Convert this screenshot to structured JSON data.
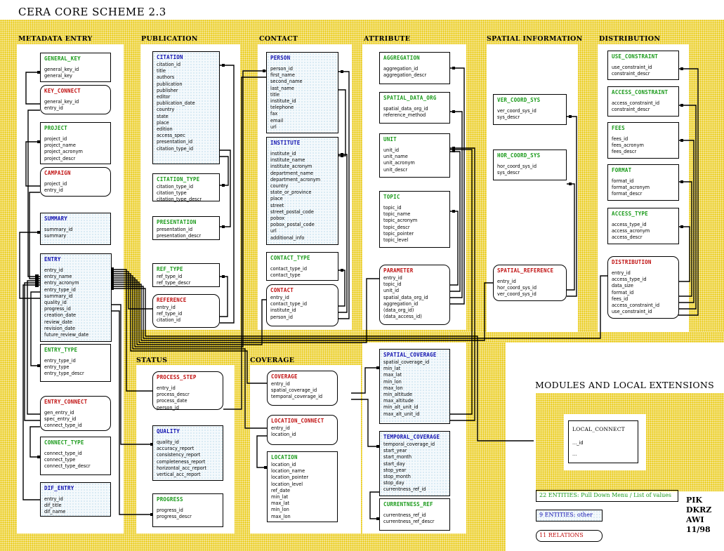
{
  "title": "CERA CORE SCHEME 2.3",
  "sections": {
    "metadata_entry": "METADATA ENTRY",
    "publication": "PUBLICATION",
    "contact": "CONTACT",
    "attribute": "ATTRIBUTE",
    "spatial_information": "SPATIAL INFORMATION",
    "distribution": "DISTRIBUTION",
    "status": "STATUS",
    "coverage": "COVERAGE",
    "modules": "MODULES  AND  LOCAL EXTENSIONS"
  },
  "entities": {
    "general_key": {
      "name": "GENERAL_KEY",
      "kind": "list",
      "attrs": [
        "general_key_id",
        "general_key"
      ]
    },
    "key_connect": {
      "name": "KEY_CONNECT",
      "kind": "relation",
      "attrs": [
        "general_key_id",
        "entry_id"
      ]
    },
    "project": {
      "name": "PROJECT",
      "kind": "list",
      "attrs": [
        "project_id",
        "project_name",
        "project_acronym",
        "project_descr"
      ]
    },
    "campaign": {
      "name": "CAMPAIGN",
      "kind": "relation",
      "attrs": [
        "project_id",
        "entry_id"
      ]
    },
    "summary": {
      "name": "SUMMARY",
      "kind": "other",
      "attrs": [
        "summary_id",
        "summary"
      ]
    },
    "entry": {
      "name": "ENTRY",
      "kind": "other",
      "attrs": [
        "entry_id",
        "entry_name",
        "entry_acronym",
        "entry_type_id",
        "summary_id",
        "quality_id",
        "progress_id",
        "creation_date",
        "review_date",
        "revision_date",
        "future_review_date"
      ]
    },
    "entry_type": {
      "name": "ENTRY_TYPE",
      "kind": "list",
      "attrs": [
        "entry_type_id",
        "entry_type",
        "entry_type_descr"
      ]
    },
    "entry_connect": {
      "name": "ENTRY_CONNECT",
      "kind": "relation",
      "attrs": [
        "gen_entry_id",
        "spec_entry_id",
        "connect_type_id"
      ]
    },
    "connect_type": {
      "name": "CONNECT_TYPE",
      "kind": "list",
      "attrs": [
        "connect_type_id",
        "connect_type",
        "connect_type_descr"
      ]
    },
    "dif_entry": {
      "name": "DIF_ENTRY",
      "kind": "other",
      "attrs": [
        "entry_id",
        "dif_title",
        "dif_name"
      ]
    },
    "citation": {
      "name": "CITATION",
      "kind": "other",
      "attrs": [
        "citation_id",
        "title",
        "authors",
        "publication",
        "publisher",
        "editor",
        "publication_date",
        "country",
        "state",
        "place",
        "edition",
        "access_spec",
        "presentation_id",
        "citation_type_id"
      ]
    },
    "citation_type": {
      "name": "CITATION_TYPE",
      "kind": "list",
      "attrs": [
        "citation_type_id",
        "citation_type",
        "citation_type_descr"
      ]
    },
    "presentation": {
      "name": "PRESENTATION",
      "kind": "list",
      "attrs": [
        "presentation_id",
        "presentation_descr"
      ]
    },
    "ref_type": {
      "name": "REF_TYPE",
      "kind": "list",
      "attrs": [
        "ref_type_id",
        "ref_type_descr"
      ]
    },
    "reference": {
      "name": "REFERENCE",
      "kind": "relation",
      "attrs": [
        "entry_id",
        "ref_type_id",
        "citation_id"
      ]
    },
    "person": {
      "name": "PERSON",
      "kind": "other",
      "attrs": [
        "person_id",
        "first_name",
        "second_name",
        "last_name",
        "title",
        "institute_id",
        "telephone",
        "fax",
        "email",
        "url"
      ]
    },
    "institute": {
      "name": "INSTITUTE",
      "kind": "other",
      "attrs": [
        "institute_id",
        "institute_name",
        "institute_acronym",
        "department_name",
        "department_acronym",
        "country",
        "state_or_province",
        "place",
        "street",
        "street_postal_code",
        "pobox",
        "pobox_postal_code",
        "url",
        "additional_info"
      ]
    },
    "contact_type": {
      "name": "CONTACT_TYPE",
      "kind": "list",
      "attrs": [
        "contact_type_id",
        "contact_type"
      ]
    },
    "contact": {
      "name": "CONTACT",
      "kind": "relation",
      "attrs": [
        "entry_id",
        "contact_type_id",
        "institute_id",
        "person_id"
      ]
    },
    "aggregation": {
      "name": "AGGREGATION",
      "kind": "list",
      "attrs": [
        "aggregation_id",
        "aggregation_descr"
      ]
    },
    "spatial_data_org": {
      "name": "SPATIAL_DATA_ORG",
      "kind": "list",
      "attrs": [
        "spatial_data_org_id",
        "reference_method"
      ]
    },
    "unit": {
      "name": "UNIT",
      "kind": "list",
      "attrs": [
        "unit_id",
        "unit_name",
        "unit_acronym",
        "unit_descr"
      ]
    },
    "topic": {
      "name": "TOPIC",
      "kind": "list",
      "attrs": [
        "topic_id",
        "topic_name",
        "topic_acronym",
        "topic_descr",
        "topic_pointer",
        "topic_level"
      ]
    },
    "parameter": {
      "name": "PARAMETER",
      "kind": "relation",
      "attrs": [
        "entry_id",
        "topic_id",
        "unit_id",
        "spatial_data_org_id",
        "aggregation_id",
        "(data_org_id)",
        "(data_access_id)"
      ]
    },
    "ver_coord_sys": {
      "name": "VER_COORD_SYS",
      "kind": "list",
      "attrs": [
        "ver_coord_sys_id",
        "sys_descr"
      ]
    },
    "hor_coord_sys": {
      "name": "HOR_COORD_SYS",
      "kind": "list",
      "attrs": [
        "hor_coord_sys_id",
        "sys_descr"
      ]
    },
    "spatial_reference": {
      "name": "SPATIAL_REFERENCE",
      "kind": "relation",
      "attrs": [
        "entry_id",
        "hor_coord_sys_id",
        "ver_coord_sys_id"
      ]
    },
    "use_constraint": {
      "name": "USE_CONSTRAINT",
      "kind": "list",
      "attrs": [
        "use_constraint_id",
        "constraint_descr"
      ]
    },
    "access_constraint": {
      "name": "ACCESS_CONSTRAINT",
      "kind": "list",
      "attrs": [
        "access_constraint_id",
        "constraint_descr"
      ]
    },
    "fees": {
      "name": "FEES",
      "kind": "list",
      "attrs": [
        "fees_id",
        "fees_acronym",
        "fees_descr"
      ]
    },
    "format": {
      "name": "FORMAT",
      "kind": "list",
      "attrs": [
        "format_id",
        "format_acronym",
        "format_descr"
      ]
    },
    "access_type": {
      "name": "ACCESS_TYPE",
      "kind": "list",
      "attrs": [
        "access_type_id",
        "access_acronym",
        "access_descr"
      ]
    },
    "distribution": {
      "name": "DISTRIBUTION",
      "kind": "relation",
      "attrs": [
        "entry_id",
        "access_type_id",
        "data_size",
        "format_id",
        "fees_id",
        "access_constraint_id",
        "use_constraint_id"
      ]
    },
    "process_step": {
      "name": "PROCESS_STEP",
      "kind": "relation",
      "attrs": [
        "entry_id",
        "process_descr",
        "process_date",
        "person_id"
      ]
    },
    "quality": {
      "name": "QUALITY",
      "kind": "other",
      "attrs": [
        "quality_id",
        "accuracy_report",
        "consistency_report",
        "completeness_report",
        "horizontal_acc_report",
        "vertical_acc_report"
      ]
    },
    "progress": {
      "name": "PROGRESS",
      "kind": "list",
      "attrs": [
        "progress_id",
        "progress_descr"
      ]
    },
    "coverage": {
      "name": "COVERAGE",
      "kind": "relation",
      "attrs": [
        "entry_id",
        "spatial_coverage_id",
        "temporal_coverage_id"
      ]
    },
    "location_connect": {
      "name": "LOCATION_CONNECT",
      "kind": "relation",
      "attrs": [
        "entry_id",
        "location_id"
      ]
    },
    "location": {
      "name": "LOCATION",
      "kind": "list",
      "attrs": [
        "location_id",
        "location_name",
        "location_pointer",
        "location_level",
        "ref_date",
        "min_lat",
        "max_lat",
        "min_lon",
        "max_lon"
      ]
    },
    "spatial_coverage": {
      "name": "SPATIAL_COVERAGE",
      "kind": "other",
      "attrs": [
        "spatial_coverage_id",
        "min_lat",
        "max_lat",
        "min_lon",
        "max_lon",
        "min_altitude",
        "max_altitude",
        "min_alt_unit_id",
        "max_alt_unit_id"
      ]
    },
    "temporal_coverage": {
      "name": "TEMPORAL_COVERAGE",
      "kind": "other",
      "attrs": [
        "temporal_coverage_id",
        "start_year",
        "start_month",
        "start_day",
        "stop_year",
        "stop_month",
        "stop_day",
        "currentness_ref_id"
      ]
    },
    "currentness_ref": {
      "name": "CURRENTNESS_REF",
      "kind": "list",
      "attrs": [
        "currentness_ref_id",
        "currentness_ref_descr"
      ]
    },
    "local_connect": {
      "name": "LOCAL_CONNECT",
      "kind": "plain",
      "attrs": [
        "..._id",
        "..."
      ]
    }
  },
  "legend": {
    "list": "22 ENTITIES: Pull Down Menu / List of values",
    "other": "9 ENTITIES: other",
    "relation": "11 RELATIONS"
  },
  "organizations": [
    "PIK",
    "DKRZ",
    "AWI",
    "11/98"
  ],
  "colors": {
    "background_pattern": "#f4e38a",
    "list_entity": "#1a9a1a",
    "other_entity": "#1010b0",
    "relation": "#c01010",
    "other_fill_dots": "#9dc8e0"
  }
}
